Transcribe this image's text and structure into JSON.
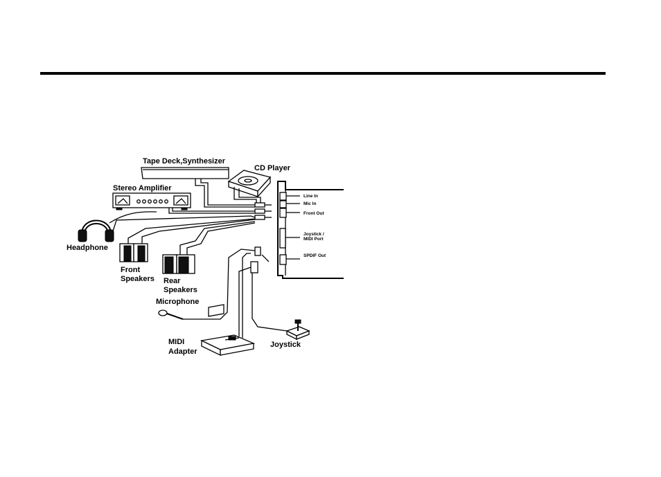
{
  "labels": {
    "tape_deck": "Tape Deck,Synthesizer",
    "cd_player": "CD Player",
    "stereo_amp": "Stereo Amplifier",
    "headphone": "Headphone",
    "front_speakers_1": "Front",
    "front_speakers_2": "Speakers",
    "rear_speakers_1": "Rear",
    "rear_speakers_2": "Speakers",
    "microphone": "Microphone",
    "midi_1": "MIDI",
    "midi_2": "Adapter",
    "joystick": "Joystick"
  },
  "ports": {
    "line_in": "Line In",
    "mic_in": "Mic In",
    "front_out": "Front Out",
    "joystick_1": "Joystick /",
    "joystick_2": "MIDI Port",
    "spdif_out": "SPDIF Out"
  }
}
